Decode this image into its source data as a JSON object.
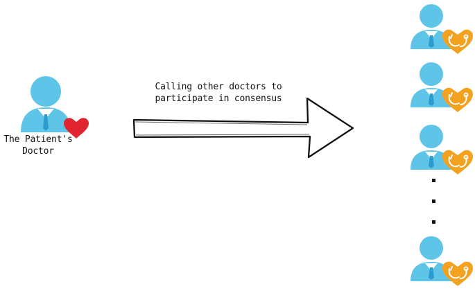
{
  "diagram": {
    "patient_doctor": {
      "label_line1": "The Patient's",
      "label_line2": "Doctor",
      "icon": "doctor-with-heart-icon"
    },
    "arrow": {
      "label_line1": "Calling other doctors to",
      "label_line2": "participate in consensus",
      "icon": "right-arrow-icon"
    },
    "other_doctors": {
      "icon": "doctor-with-stethoscope-heart-icon",
      "count_shown": 4,
      "ellipsis": "vertical-dots"
    },
    "colors": {
      "person_light": "#5ec5e8",
      "person_dark": "#2a9ccd",
      "heart_red": "#e02530",
      "heart_orange": "#f2a21f",
      "stethoscope": "#ffffff",
      "arrow_stroke": "#111111"
    }
  }
}
